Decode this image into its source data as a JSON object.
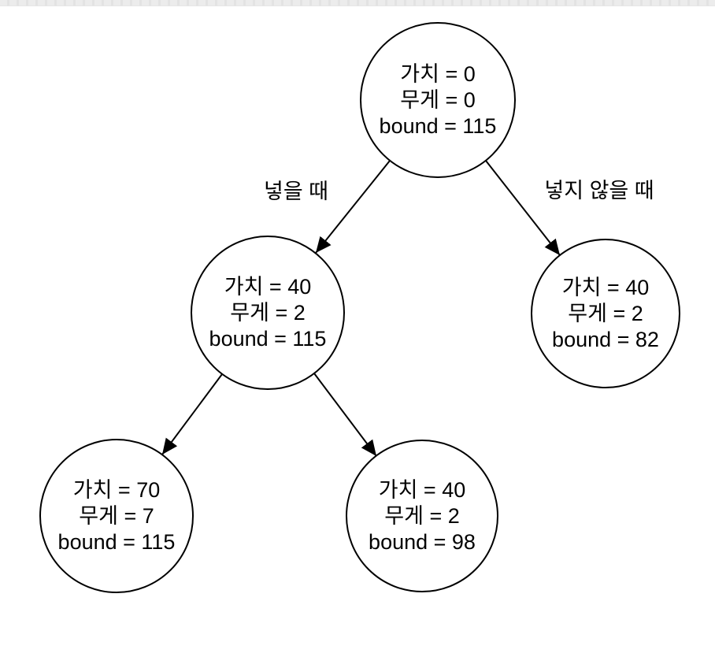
{
  "page": {
    "background_color": "#ffffff",
    "top_edge_color": "#ececec"
  },
  "diagram": {
    "type": "tree",
    "topic": "knapsack branch and bound state space tree",
    "colors": {
      "node_fill": "#ffffff",
      "stroke": "#000000",
      "text": "#000000"
    },
    "nodes": {
      "root": {
        "lines": [
          "가치 = 0",
          "무게 = 0",
          "bound = 115"
        ]
      },
      "left": {
        "lines": [
          "가치 = 40",
          "무게 = 2",
          "bound = 115"
        ]
      },
      "right": {
        "lines": [
          "가치 = 40",
          "무게 = 2",
          "bound = 82"
        ]
      },
      "left_left": {
        "lines": [
          "가치 = 70",
          "무게 = 7",
          "bound = 115"
        ]
      },
      "left_right": {
        "lines": [
          "가치 = 40",
          "무게 = 2",
          "bound = 98"
        ]
      }
    },
    "edges": [
      {
        "from": "root",
        "to": "left",
        "label": "넣을 때"
      },
      {
        "from": "root",
        "to": "right",
        "label": "넣지 않을 때"
      },
      {
        "from": "left",
        "to": "left_left"
      },
      {
        "from": "left",
        "to": "left_right"
      }
    ]
  }
}
